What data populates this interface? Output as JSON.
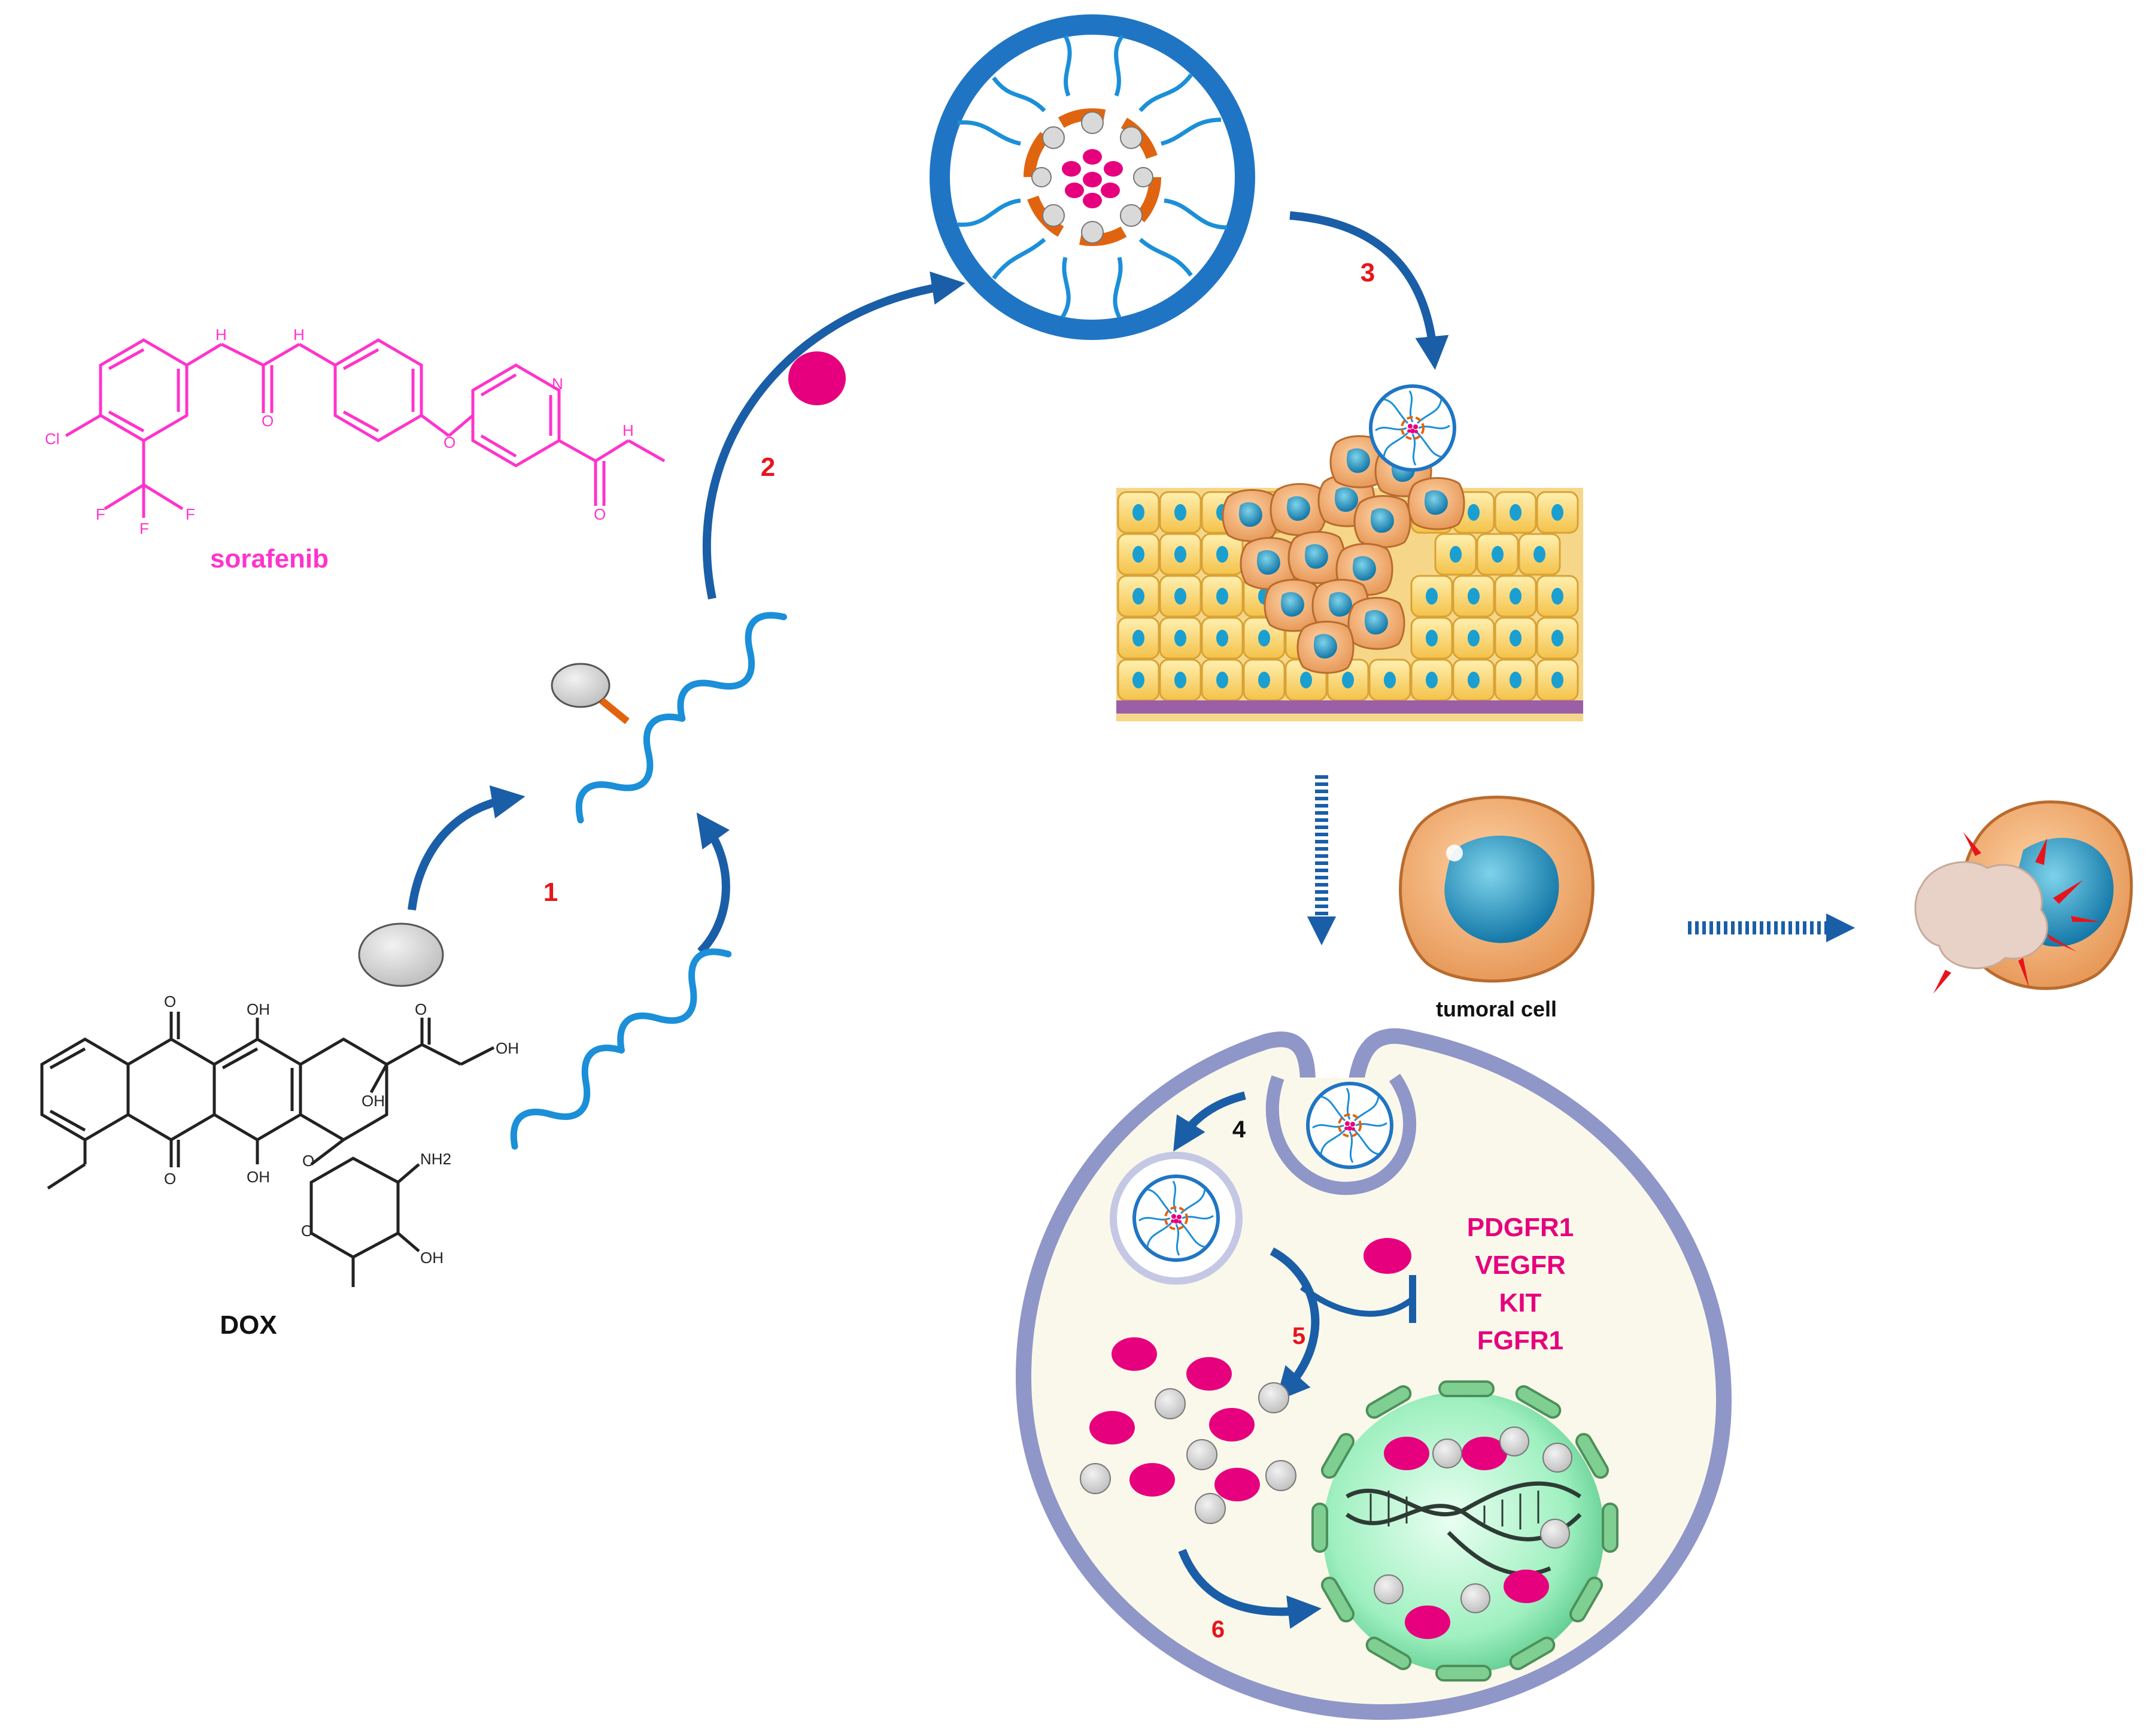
{
  "labels": {
    "sorafenib": "sorafenib",
    "dox": "DOX",
    "tumoral_cell": "tumoral cell"
  },
  "steps": [
    "1",
    "2",
    "3",
    "4",
    "5",
    "6"
  ],
  "targets": [
    "PDGFR1",
    "VEGFR",
    "KIT",
    "FGFR1"
  ],
  "atoms": {
    "cl": "Cl",
    "f": "F",
    "nh": "H",
    "n": "N",
    "o": "O",
    "oh": "OH",
    "nh2": "NH2"
  },
  "colors": {
    "sorafenib": "#ff33cc",
    "drug": "#e6007e",
    "polymer": "#1b8fd8",
    "arrow": "#1a5ea8",
    "step_number": "#e8141b",
    "linker": "#e06410",
    "capsule": "#1f75c4",
    "cell_cytoplasm": "#faf8ea",
    "cell_membrane": "#8f96c8",
    "nucleus": "#a9f0c4"
  }
}
